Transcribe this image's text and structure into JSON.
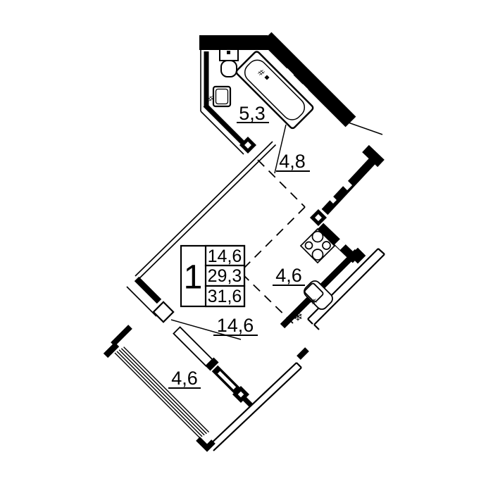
{
  "info_box": {
    "rooms": "1",
    "values": [
      "14,6",
      "29,3",
      "31,6"
    ]
  },
  "labels": {
    "bathroom": "5,3",
    "hallway": "4,8",
    "kitchen": "4,6",
    "living_room": "14,6",
    "balcony": "4,6"
  },
  "icons": {
    "fridge_snowflake": "❄",
    "faucet": "#"
  }
}
